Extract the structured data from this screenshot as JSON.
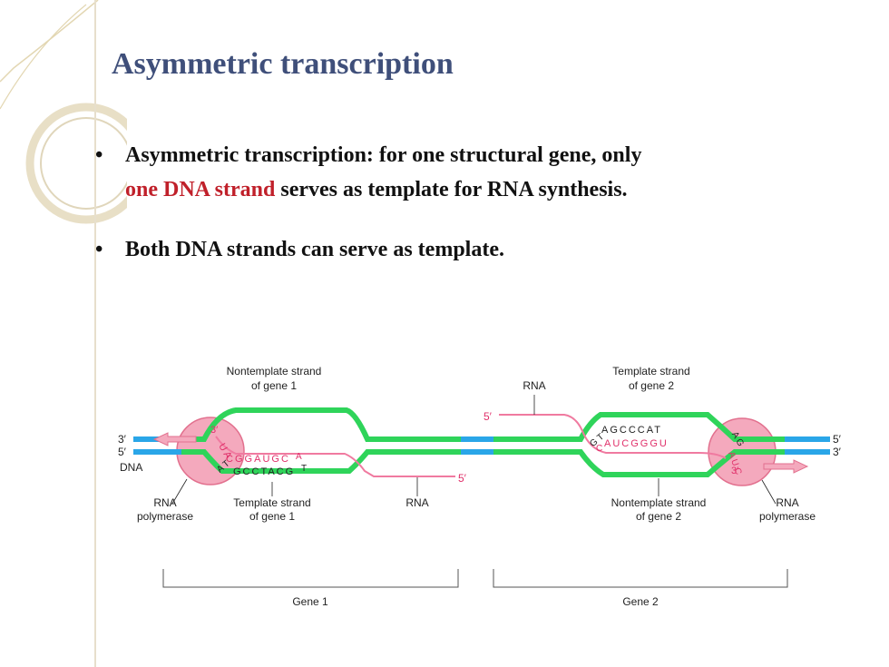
{
  "slide": {
    "title": "Asymmetric transcription",
    "bullet_char": "•",
    "bullets": [
      {
        "text_before": "Asymmetric transcription: for one structural gene, only",
        "highlight": "one DNA strand",
        "text_after": " serves as template for RNA synthesis."
      },
      {
        "text": "Both DNA strands can serve as template."
      }
    ]
  },
  "diagram": {
    "labels": {
      "nontemplate_gene1": [
        "Nontemplate strand",
        "of gene 1"
      ],
      "template_gene2": [
        "Template strand",
        "of gene 2"
      ],
      "rna_top": "RNA",
      "five_prime_rna_top": "5′",
      "three_prime_left": "3′",
      "five_prime_left": "5′",
      "five_prime_right": "5′",
      "three_prime_right": "3′",
      "dna": "DNA",
      "rna_polymerase_left": [
        "RNA",
        "polymerase"
      ],
      "template_gene1": [
        "Template strand",
        "of gene 1"
      ],
      "rna_bottom": "RNA",
      "five_prime_rna_bottom": "5′",
      "nontemplate_gene2": [
        "Nontemplate strand",
        "of gene 2"
      ],
      "rna_polymerase_right": [
        "RNA",
        "polymerase"
      ],
      "gene1": "Gene 1",
      "gene2": "Gene 2",
      "bubble1_three": "3′",
      "bubble2_three": "3′"
    },
    "sequences": {
      "gene1_rna": "GGAUGC",
      "gene1_template": "GCCTACG",
      "gene2_template": "AGCCCAT",
      "gene2_rna": "AUCGGGU",
      "gene1_rna_curve": "U A",
      "gene1_rna_tail": "A",
      "gene1_template_tail": "T",
      "gene1_template_lead": "A T",
      "gene1_rna_lead": "C",
      "gene2_template_lead": "G T",
      "gene2_rna_lead": "C",
      "gene2_template_tail": "A G",
      "gene2_rna_tail": "A U C"
    },
    "colors": {
      "dna_strand": "#2fd45a",
      "dna_end": "#2aa6e8",
      "rna": "#f07aa0",
      "polymerase": "#f4a9bd",
      "rna_text": "#e0306a",
      "label": "#222222"
    }
  }
}
